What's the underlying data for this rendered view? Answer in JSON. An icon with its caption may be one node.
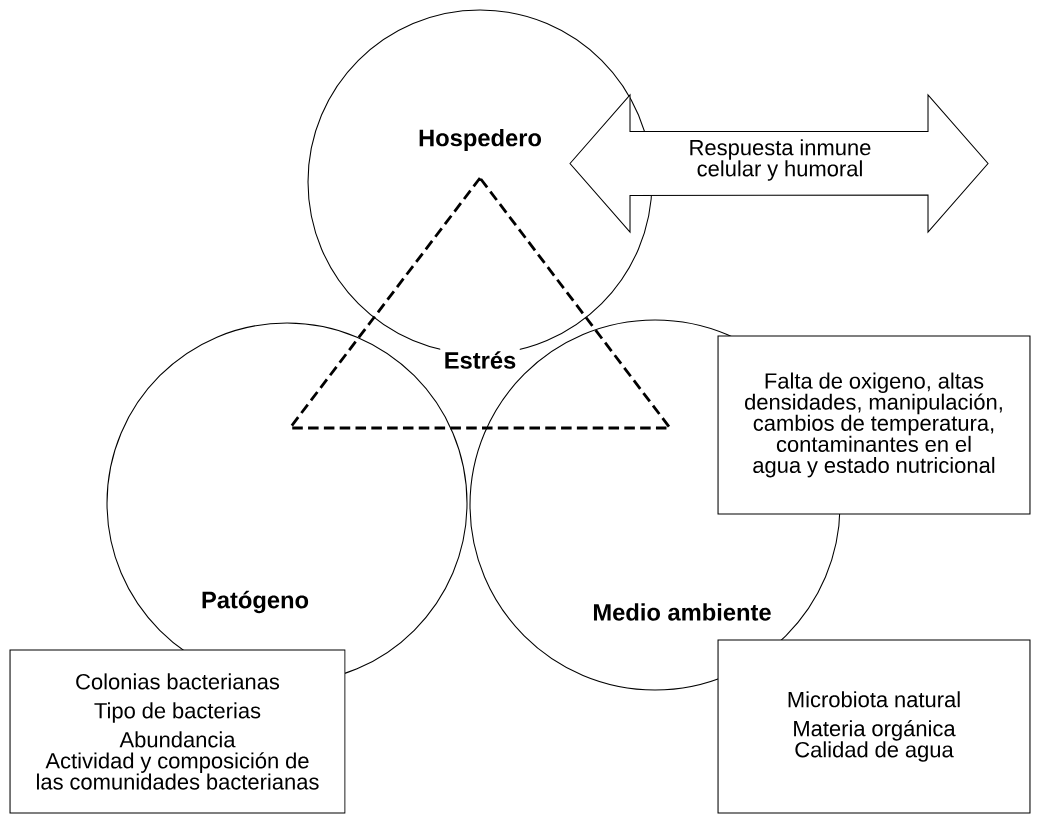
{
  "diagram": {
    "nodes": [
      {
        "text": [
          "Hospedero"
        ]
      },
      {
        "text": [
          "Respuesta inmune celular y humoral"
        ]
      },
      {
        "text": [
          "Estrés"
        ]
      },
      {
        "text": [
          "Patógeno"
        ]
      },
      {
        "text": [
          "Medio ambiente"
        ]
      },
      {
        "text": [
          "Falta de oxigeno, altas densidades, manipulación, cambios de temperatura, contaminantes en el agua y estado nutricional"
        ]
      },
      {
        "text": [
          "Colonias bacterianas",
          "Tipo de bacterias",
          "Abundancia",
          "Actividad y composición de las comunidades bacterianas"
        ]
      },
      {
        "text": [
          "Microbiota natural",
          "Materia orgánica",
          "Calidad de agua"
        ]
      }
    ]
  }
}
